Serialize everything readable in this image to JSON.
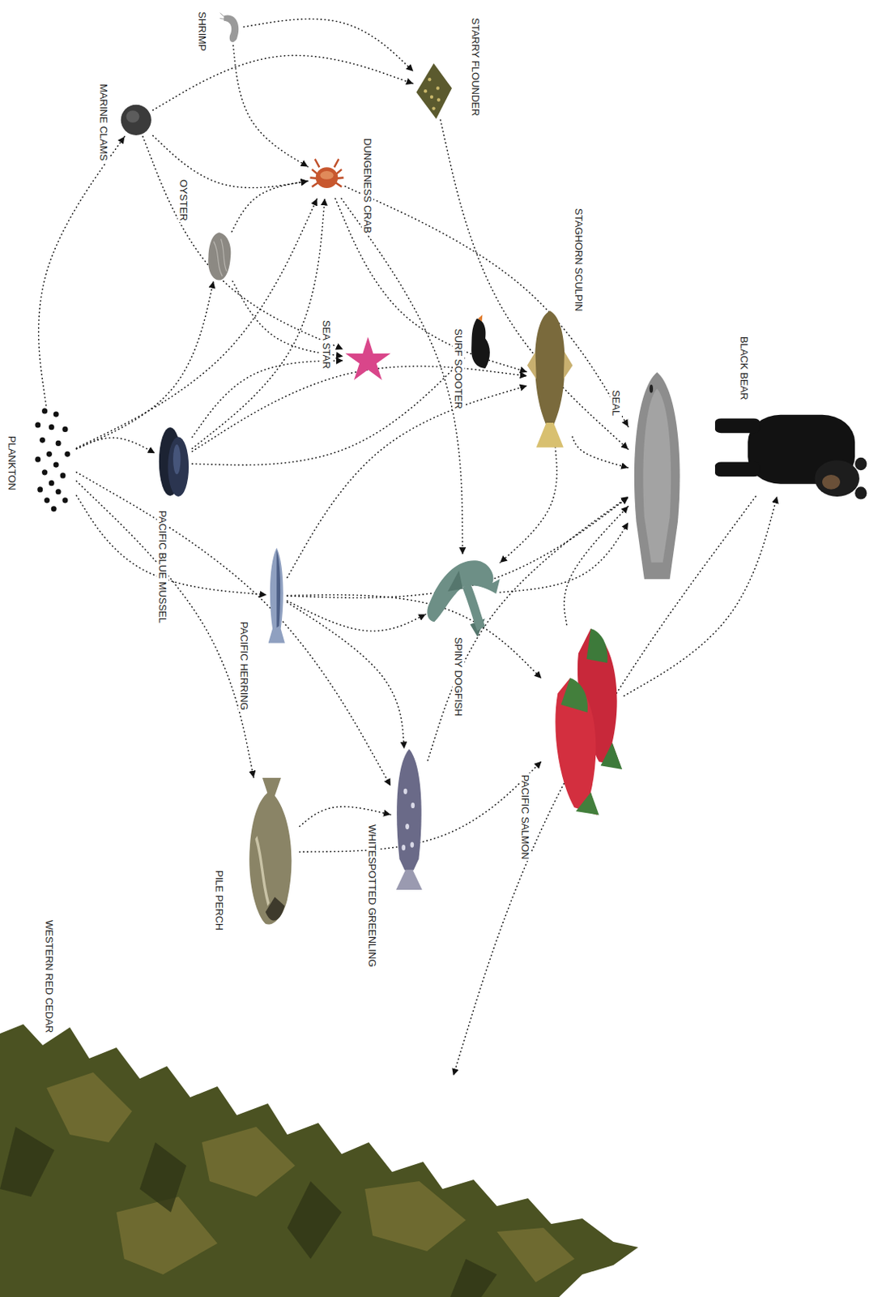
{
  "diagram": {
    "nodes": [
      {
        "text": [
          "SHRIMP"
        ]
      },
      {
        "text": [
          "MARINE CLAMS"
        ]
      },
      {
        "text": [
          "STARRY FLOUNDER"
        ]
      },
      {
        "text": [
          "DUNGENESS CRAB"
        ]
      },
      {
        "text": [
          "OYSTER"
        ]
      },
      {
        "text": [
          "STAGHORN SCULPIN"
        ]
      },
      {
        "text": [
          "SEA STAR"
        ]
      },
      {
        "text": [
          "SURF SCOOTER"
        ]
      },
      {
        "text": [
          "SEAL"
        ]
      },
      {
        "text": [
          "BLACK BEAR"
        ]
      },
      {
        "text": [
          "PLANKTON"
        ]
      },
      {
        "text": [
          "PACIFIC BLUE MUSSEL"
        ]
      },
      {
        "text": [
          "PACIFIC HERRING"
        ]
      },
      {
        "text": [
          "SPINY DOGFISH"
        ]
      },
      {
        "text": [
          "PACIFIC SALMON"
        ]
      },
      {
        "text": [
          "WHITESPOTTED GREENLING"
        ]
      },
      {
        "text": [
          "PILE PERCH"
        ]
      },
      {
        "text": [
          "WESTERN RED CEDAR"
        ]
      }
    ],
    "edges": [
      {
        "from": 10,
        "to": 1,
        "arrow": "to"
      },
      {
        "from": 10,
        "to": 4,
        "arrow": "to"
      },
      {
        "from": 10,
        "to": 11,
        "arrow": "to"
      },
      {
        "from": 10,
        "to": 12,
        "arrow": "to"
      },
      {
        "from": 10,
        "to": 16,
        "arrow": "to"
      },
      {
        "from": 10,
        "to": 3,
        "arrow": "to"
      },
      {
        "from": 10,
        "to": 15,
        "arrow": "to"
      },
      {
        "from": 0,
        "to": 3,
        "arrow": "to"
      },
      {
        "from": 0,
        "to": 2,
        "arrow": "to"
      },
      {
        "from": 1,
        "to": 3,
        "arrow": "to"
      },
      {
        "from": 1,
        "to": 2,
        "arrow": "to"
      },
      {
        "from": 1,
        "to": 6,
        "arrow": "to"
      },
      {
        "from": 4,
        "to": 3,
        "arrow": "to"
      },
      {
        "from": 4,
        "to": 6,
        "arrow": "to"
      },
      {
        "from": 11,
        "to": 6,
        "arrow": "to"
      },
      {
        "from": 11,
        "to": 7,
        "arrow": "to"
      },
      {
        "from": 11,
        "to": 5,
        "arrow": "to"
      },
      {
        "from": 11,
        "to": 3,
        "arrow": "to"
      },
      {
        "from": 3,
        "to": 8,
        "arrow": "to"
      },
      {
        "from": 3,
        "to": 5,
        "arrow": "to"
      },
      {
        "from": 3,
        "to": 13,
        "arrow": "to"
      },
      {
        "from": 2,
        "to": 8,
        "arrow": "to"
      },
      {
        "from": 12,
        "to": 14,
        "arrow": "to"
      },
      {
        "from": 12,
        "to": 13,
        "arrow": "to"
      },
      {
        "from": 12,
        "to": 15,
        "arrow": "to"
      },
      {
        "from": 12,
        "to": 8,
        "arrow": "to"
      },
      {
        "from": 12,
        "to": 5,
        "arrow": "to"
      },
      {
        "from": 5,
        "to": 8,
        "arrow": "to"
      },
      {
        "from": 5,
        "to": 13,
        "arrow": "to"
      },
      {
        "from": 13,
        "to": 8,
        "arrow": "to"
      },
      {
        "from": 14,
        "to": 8,
        "arrow": "to"
      },
      {
        "from": 14,
        "to": 9,
        "arrow": "to"
      },
      {
        "from": 16,
        "to": 15,
        "arrow": "to"
      },
      {
        "from": 16,
        "to": 14,
        "arrow": "to"
      },
      {
        "from": 15,
        "to": 8,
        "arrow": "to"
      },
      {
        "from": 9,
        "to": 17,
        "arrow": "to"
      }
    ]
  }
}
